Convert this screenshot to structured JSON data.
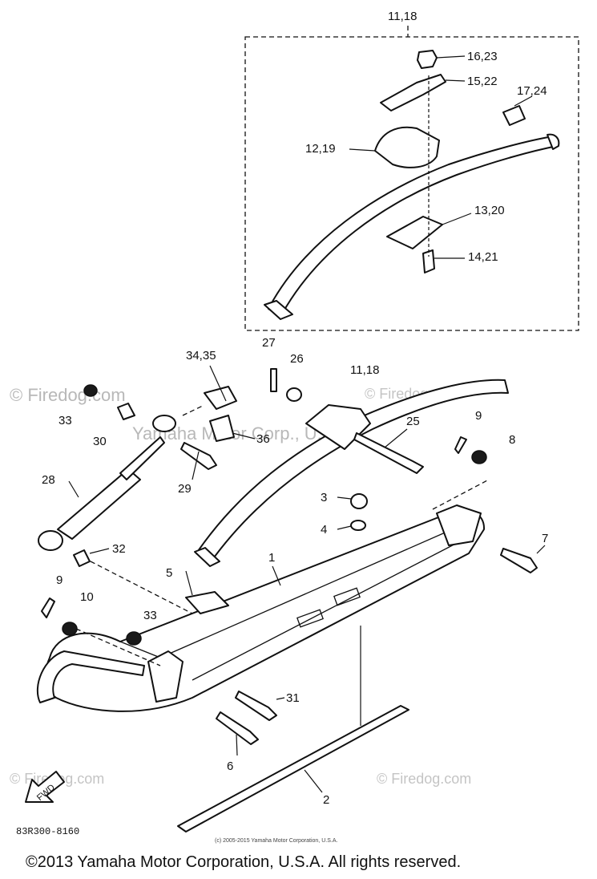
{
  "watermark": {
    "brand": "© Firedog.com",
    "brand_short": "© Firedog.com",
    "brand_bottom_left": "© Firedog.com",
    "brand_bottom_right": "© Firedog.com",
    "overlay": "Yamaha Motor Corp., U.S.A"
  },
  "callouts": {
    "c_11_18_top": "11,18",
    "c_16_23": "16,23",
    "c_15_22": "15,22",
    "c_17_24": "17,24",
    "c_12_19": "12,19",
    "c_13_20": "13,20",
    "c_14_21": "14,21",
    "c_27": "27",
    "c_26": "26",
    "c_11_18": "11,18",
    "c_34_35": "34,35",
    "c_33a": "33",
    "c_30": "30",
    "c_36": "36",
    "c_29": "29",
    "c_25": "25",
    "c_9a": "9",
    "c_8": "8",
    "c_28": "28",
    "c_3": "3",
    "c_4": "4",
    "c_7": "7",
    "c_32": "32",
    "c_5": "5",
    "c_1": "1",
    "c_9b": "9",
    "c_10": "10",
    "c_33b": "33",
    "c_31": "31",
    "c_6": "6",
    "c_2": "2"
  },
  "arrow_label": "FWD",
  "diagram_code": "83R300-8160",
  "small_credit": "(c) 2005-2015 Yamaha Motor Corporation, U.S.A.",
  "copyright": "©2013 Yamaha Motor Corporation, U.S.A. All rights reserved."
}
